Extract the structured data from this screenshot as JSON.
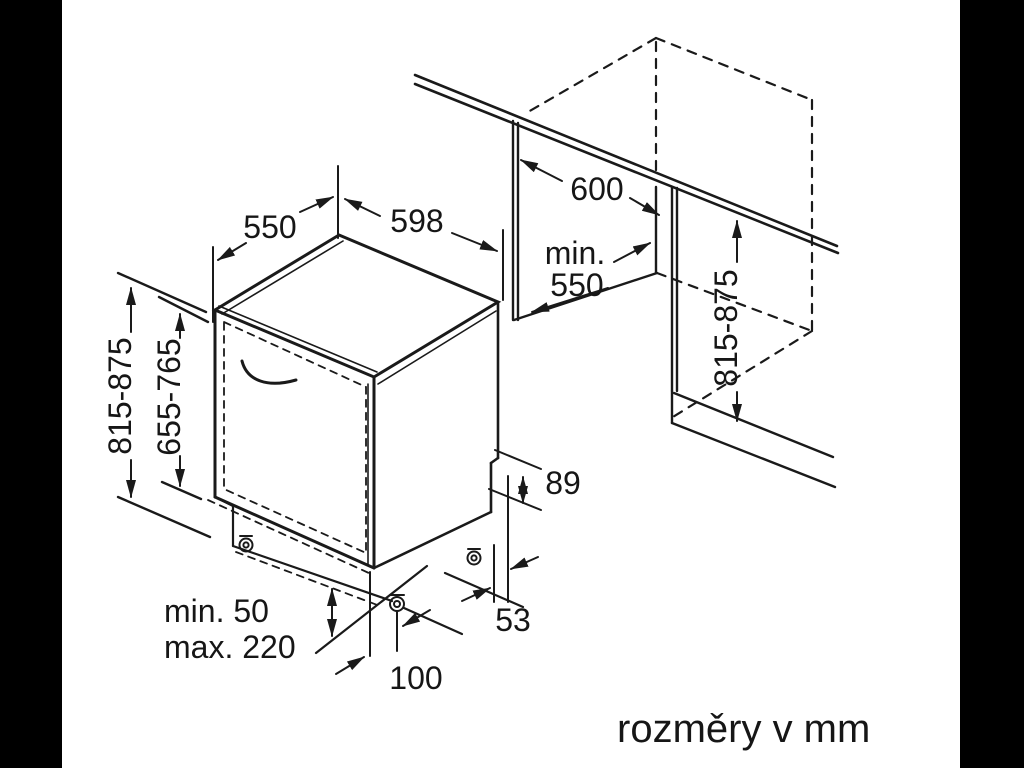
{
  "diagram": {
    "title": "built-under dishwasher installation drawing",
    "units_note": "rozměry v mm",
    "labels": {
      "depth_top": "550",
      "width_top": "598",
      "counter_depth": "600",
      "niche_min_line1": "min.",
      "niche_min_line2": "550",
      "height_right": "815-875",
      "height_left": "815-875",
      "door_height": "655-765",
      "notch_height": "89",
      "plinth_min": "min. 50",
      "plinth_max": "max. 220",
      "front_foot_offset": "100",
      "rear_gap": "53"
    },
    "colors": {
      "line": "#1a1a1a",
      "background": "#ffffff",
      "side_bars": "#000000"
    }
  }
}
